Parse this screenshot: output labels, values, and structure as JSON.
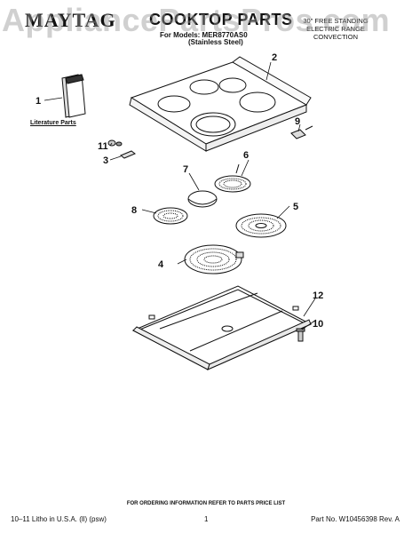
{
  "header": {
    "watermark": "AppliancePartsPros.com",
    "brand": "MAYTAG",
    "title": "COOKTOP PARTS",
    "models_line": "For Models: MER8770AS0",
    "finish": "(Stainless Steel)",
    "description": [
      "30\" FREE STANDING",
      "ELECTRIC RANGE",
      "CONVECTION"
    ]
  },
  "diagram": {
    "literature_label": "Literature Parts",
    "callouts": [
      "1",
      "2",
      "3",
      "4",
      "5",
      "6",
      "7",
      "8",
      "9",
      "10",
      "11",
      "12"
    ]
  },
  "footer": {
    "note": "FOR ORDERING INFORMATION REFER TO PARTS PRICE LIST",
    "left": "10–11 Litho in U.S.A. (ll) (psw)",
    "page": "1",
    "right": "Part No. W10456398 Rev. A"
  }
}
